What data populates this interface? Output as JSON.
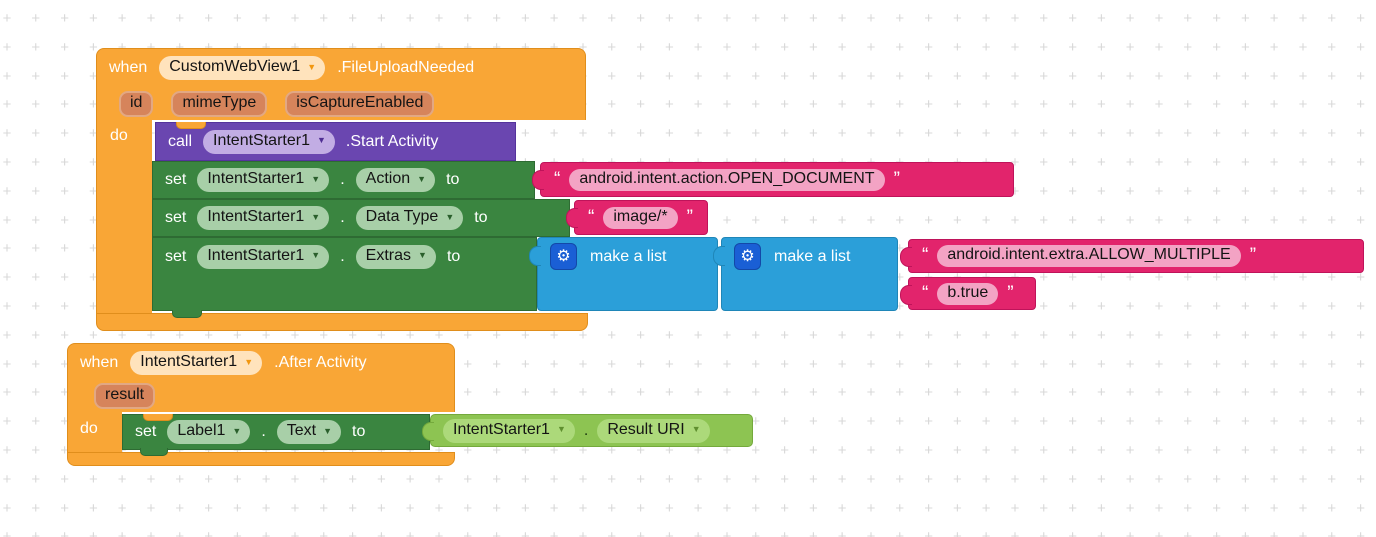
{
  "canvas": {
    "grid_mark": "+"
  },
  "icons": {
    "gear": "⚙",
    "dropdown_arrow": "▼"
  },
  "quotes": {
    "open": "“",
    "close": "”"
  },
  "sep": {
    "dot": "."
  },
  "colors": {
    "event_orange": "#F9A636",
    "param_badge": "#D6845B",
    "method_purple": "#6A46B0",
    "setter_green": "#3A8540",
    "list_blue": "#2B9FD9",
    "text_pink": "#E2246C",
    "getter_green": "#8DC452"
  },
  "block1": {
    "when": "when",
    "component": "CustomWebView1",
    "event": ".FileUploadNeeded",
    "params": [
      "id",
      "mimeType",
      "isCaptureEnabled"
    ],
    "do": "do",
    "call": {
      "label": "call",
      "component": "IntentStarter1",
      "method": ".Start Activity"
    },
    "set_action": {
      "set": "set",
      "component": "IntentStarter1",
      "property": "Action",
      "to": "to",
      "value": "android.intent.action.OPEN_DOCUMENT"
    },
    "set_datatype": {
      "set": "set",
      "component": "IntentStarter1",
      "property": "Data Type",
      "to": "to",
      "value": "image/*"
    },
    "set_extras": {
      "set": "set",
      "component": "IntentStarter1",
      "property": "Extras",
      "to": "to"
    },
    "list_outer": {
      "label": "make a list"
    },
    "list_inner": {
      "label": "make a list"
    },
    "extra_key": "android.intent.extra.ALLOW_MULTIPLE",
    "extra_value": "b.true"
  },
  "block2": {
    "when": "when",
    "component": "IntentStarter1",
    "event": ".After Activity",
    "params": [
      "result"
    ],
    "do": "do",
    "set_text": {
      "set": "set",
      "component": "Label1",
      "property": "Text",
      "to": "to"
    },
    "getter": {
      "component": "IntentStarter1",
      "property": "Result URI"
    }
  }
}
